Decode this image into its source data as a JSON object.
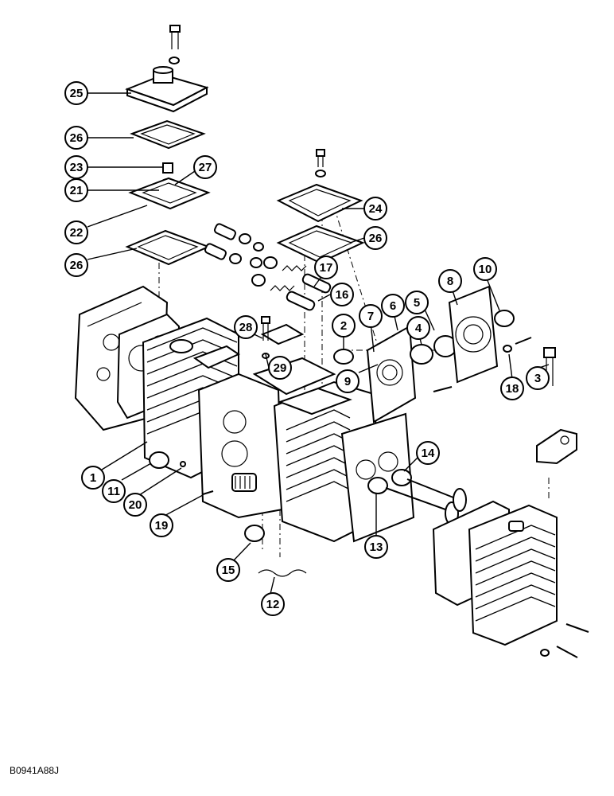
{
  "diagram": {
    "reference_code": "B0941A88J",
    "callouts": [
      {
        "num": "25"
      },
      {
        "num": "26"
      },
      {
        "num": "23"
      },
      {
        "num": "27"
      },
      {
        "num": "21"
      },
      {
        "num": "22"
      },
      {
        "num": "26"
      },
      {
        "num": "24"
      },
      {
        "num": "26"
      },
      {
        "num": "17"
      },
      {
        "num": "16"
      },
      {
        "num": "28"
      },
      {
        "num": "29"
      },
      {
        "num": "2"
      },
      {
        "num": "7"
      },
      {
        "num": "6"
      },
      {
        "num": "4"
      },
      {
        "num": "5"
      },
      {
        "num": "8"
      },
      {
        "num": "10"
      },
      {
        "num": "9"
      },
      {
        "num": "18"
      },
      {
        "num": "3"
      },
      {
        "num": "1"
      },
      {
        "num": "11"
      },
      {
        "num": "20"
      },
      {
        "num": "19"
      },
      {
        "num": "15"
      },
      {
        "num": "12"
      },
      {
        "num": "13"
      },
      {
        "num": "14"
      }
    ]
  }
}
